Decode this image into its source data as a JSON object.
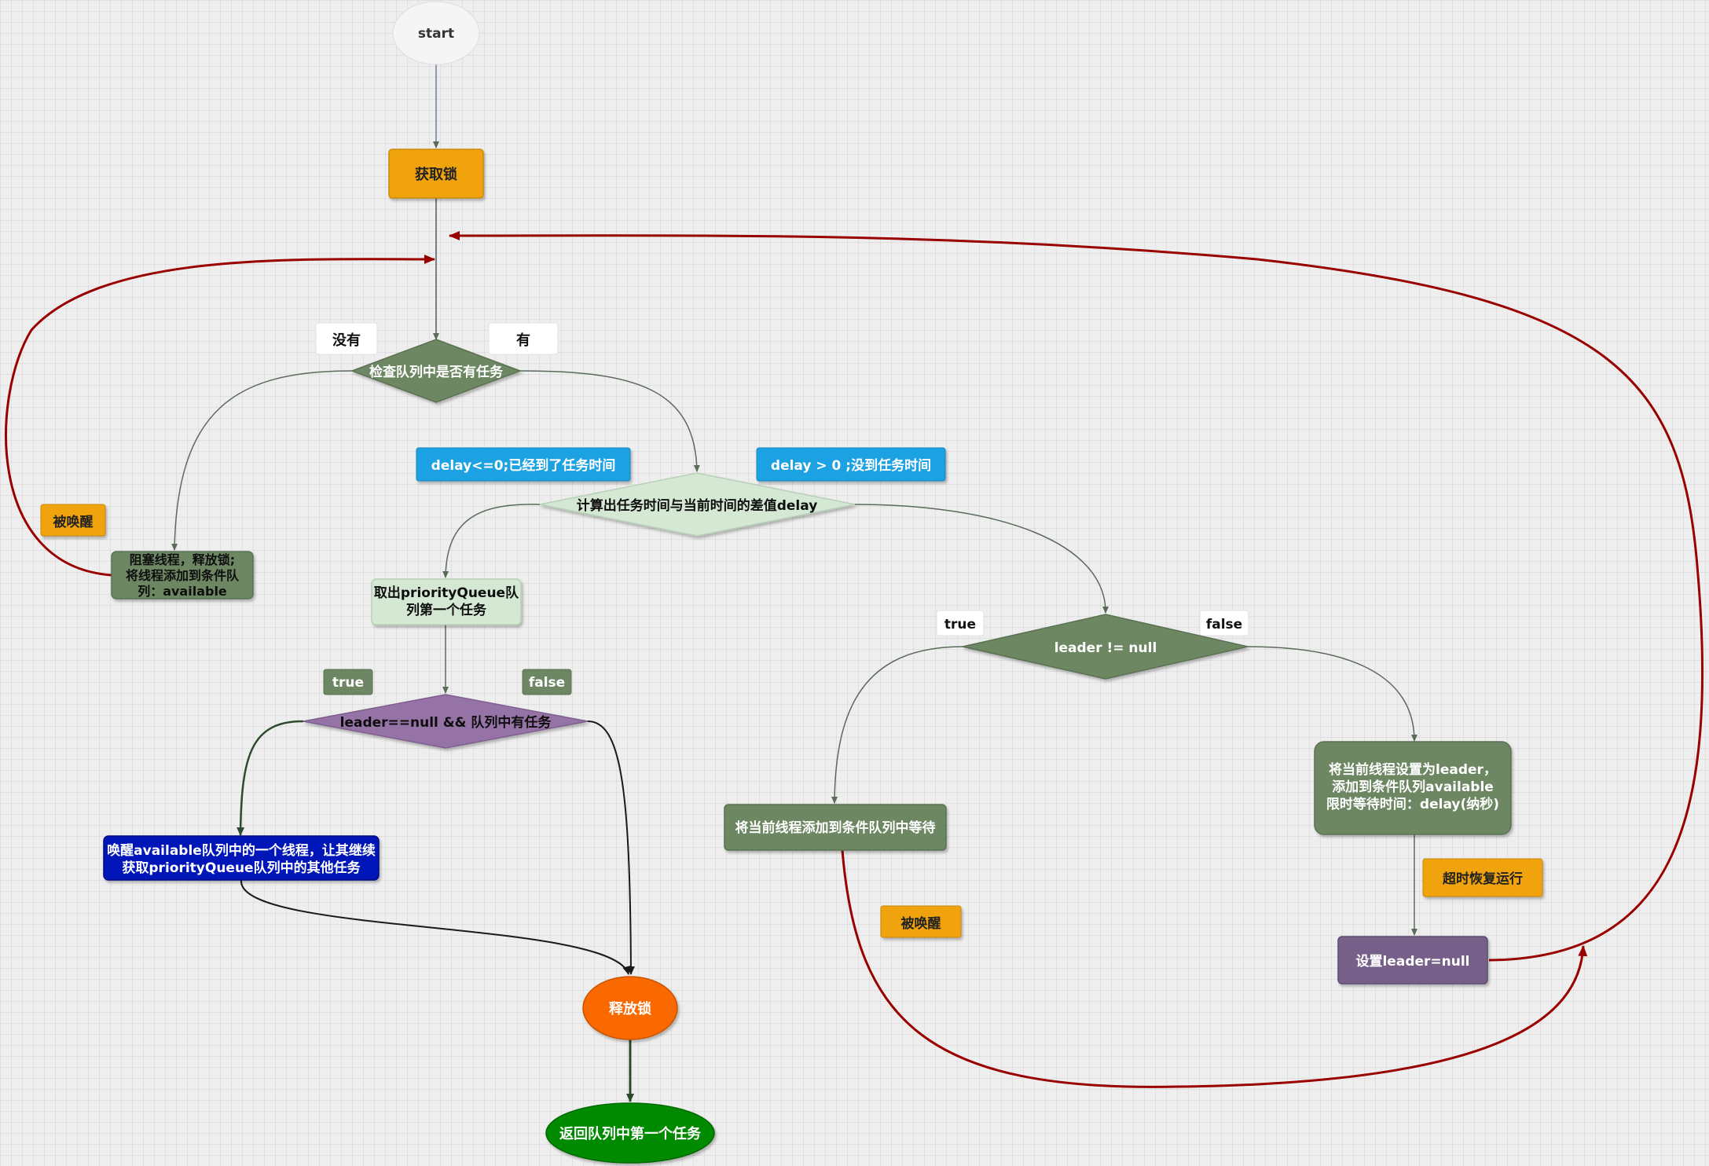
{
  "nodes": {
    "start": "start",
    "acquire_lock": "获取锁",
    "check_queue": "检查队列中是否有任务",
    "no_task_label": "没有",
    "has_task_label": "有",
    "block_line1": "阻塞线程，释放锁;",
    "block_line2": "将线程添加到条件队",
    "block_line3": "列：available",
    "woken_left": "被唤醒",
    "delay_le0": "delay<=0;已经到了任务时间",
    "delay_gt0": "delay  >  0  ;没到任务时间",
    "compute_delay": "计算出任务时间与当前时间的差值delay",
    "take_first_line1": "取出priorityQueue队",
    "take_first_line2": "列第一个任务",
    "true_left": "true",
    "false_left": "false",
    "leader_null_check": "leader==null && 队列中有任务",
    "wake_line1": "唤醒available队列中的一个线程，让其继续",
    "wake_line2": "获取priorityQueue队列中的其他任务",
    "release_lock": "释放锁",
    "return_first": "返回队列中第一个任务",
    "leader_not_null": "leader != null",
    "true_right": "true",
    "false_right": "false",
    "add_wait": "将当前线程添加到条件队列中等待",
    "woken_mid": "被唤醒",
    "set_leader_line1": "将当前线程设置为leader，",
    "set_leader_line2": "添加到条件队列available",
    "set_leader_line3": "限时等待时间：delay(纳秒)",
    "timeout_resume": "超时恢复运行",
    "reset_leader": "设置leader=null"
  },
  "colors": {
    "orange": "#f0a30a",
    "olive": "#6d8764",
    "light_green": "#d5e8d4",
    "blue": "#1ba1e2",
    "purple_diamond": "#9673a6",
    "purple_box": "#76608a",
    "dark_blue": "#0014b8",
    "red_orange": "#fa6800",
    "green": "#008a00",
    "dark_red": "#990000"
  }
}
